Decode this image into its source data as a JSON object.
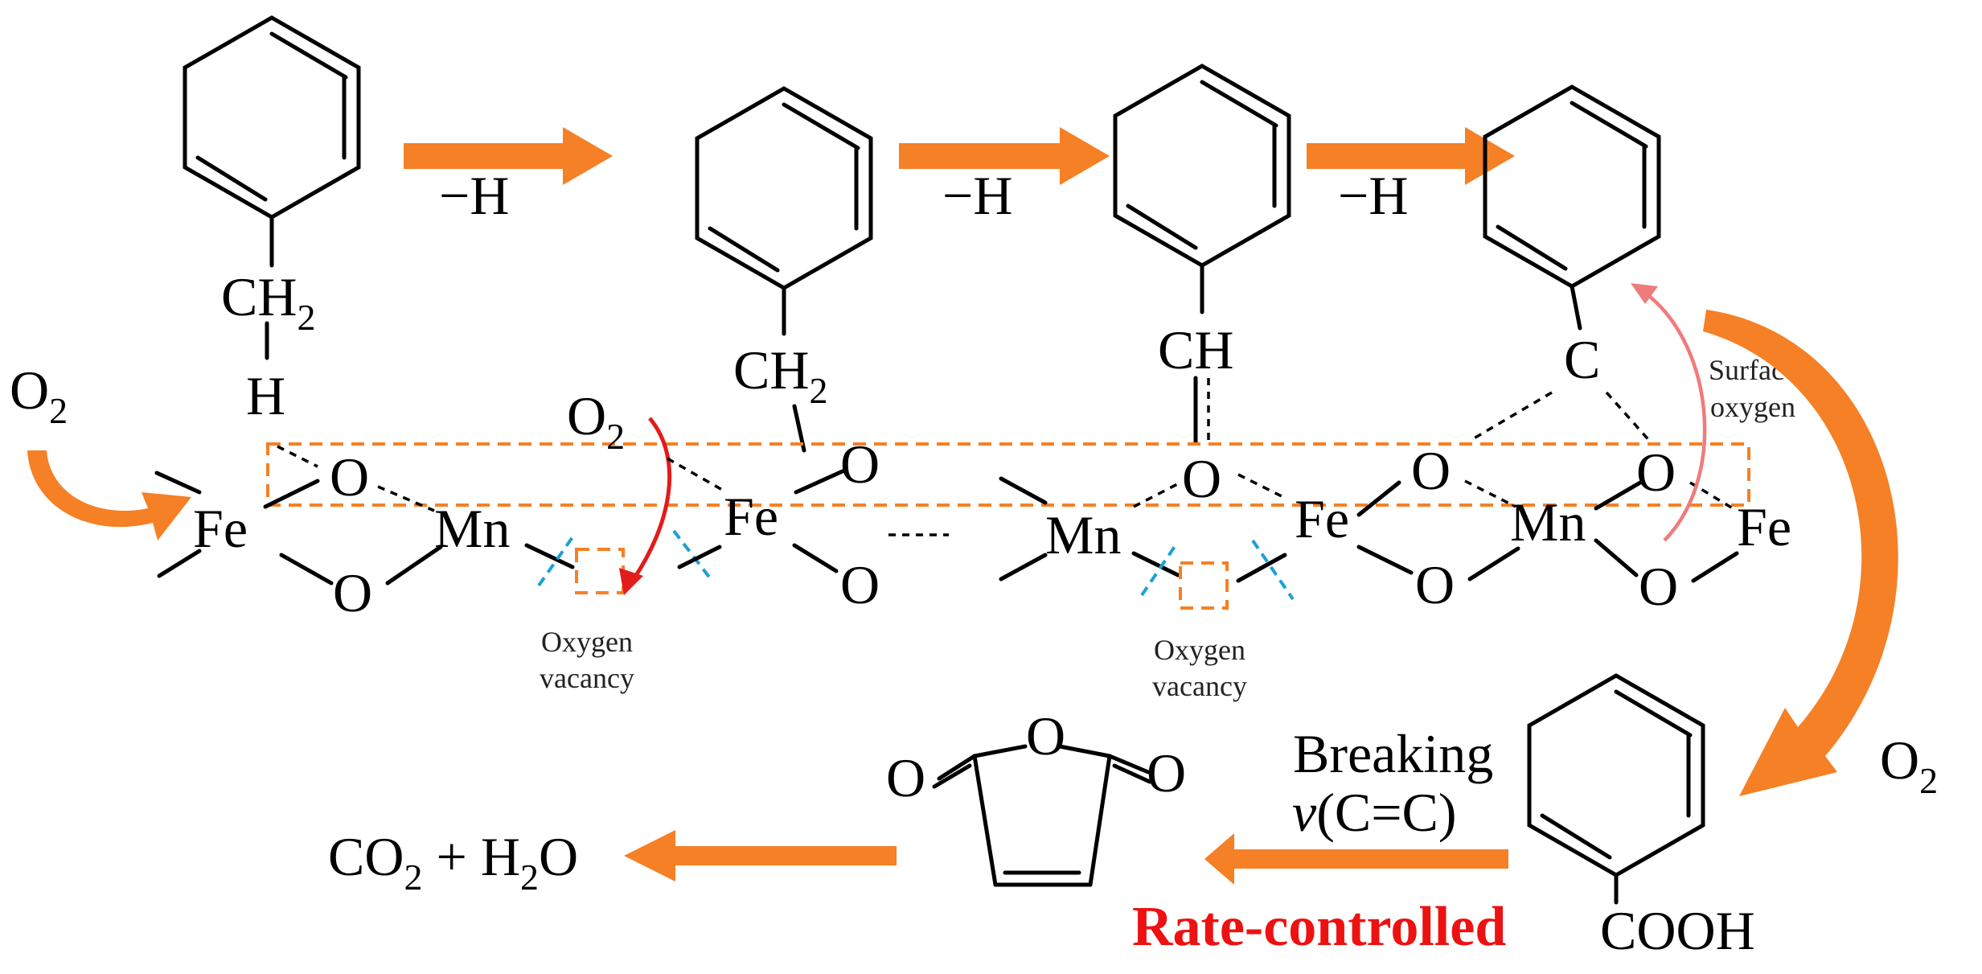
{
  "colors": {
    "arrow": "#f58025",
    "rate_label": "#ee1111",
    "red_arrow": "#e31b1b",
    "pink_arrow": "#f07b7b",
    "cut_line": "#1aa0d8",
    "vacancy_box": "#f58025"
  },
  "steps": {
    "minus_h_1": "−H",
    "minus_h_2": "−H",
    "minus_h_3": "−H"
  },
  "atoms": {
    "ch2_1": "CH",
    "ch2_1_sub": "2",
    "h_1": "H",
    "ch2_2": "CH",
    "ch2_2_sub": "2",
    "ch_3": "CH",
    "c_4": "C",
    "o2_left": "O",
    "o2_left_sub": "2",
    "o2_mid": "O",
    "o2_mid_sub": "2",
    "o2_right": "O",
    "o2_right_sub": "2"
  },
  "surface": {
    "fe_1": "Fe",
    "o_top_1": "O",
    "o_bot_1": "O",
    "mn_1": "Mn",
    "fe_2": "Fe",
    "o_top_2": "O",
    "o_bot_2": "O",
    "mn_2": "Mn",
    "o_top_3": "O",
    "fe_3": "Fe",
    "o_top_4": "O",
    "o_bot_4": "O",
    "mn_3": "Mn",
    "o_top_5": "O",
    "o_bot_5": "O",
    "fe_4": "Fe"
  },
  "labels": {
    "oxygen_vacancy_1": [
      "Oxygen",
      "vacancy"
    ],
    "oxygen_vacancy_2": [
      "Oxygen",
      "vacancy"
    ],
    "surface_oxygen": [
      "Surface",
      "oxygen"
    ],
    "breaking": "Breaking",
    "breaking_v": "v",
    "breaking_bond": "(C=C)",
    "rate_controlled": "Rate-controlled",
    "cooh": "COOH",
    "anhydride_o_ring": "O",
    "anhydride_o_left": "O",
    "anhydride_o_right": "O"
  },
  "products": {
    "co2": "CO",
    "co2_sub": "2",
    "plus": "+",
    "h2o_h": "H",
    "h2o_sub": "2",
    "h2o_o": "O"
  }
}
